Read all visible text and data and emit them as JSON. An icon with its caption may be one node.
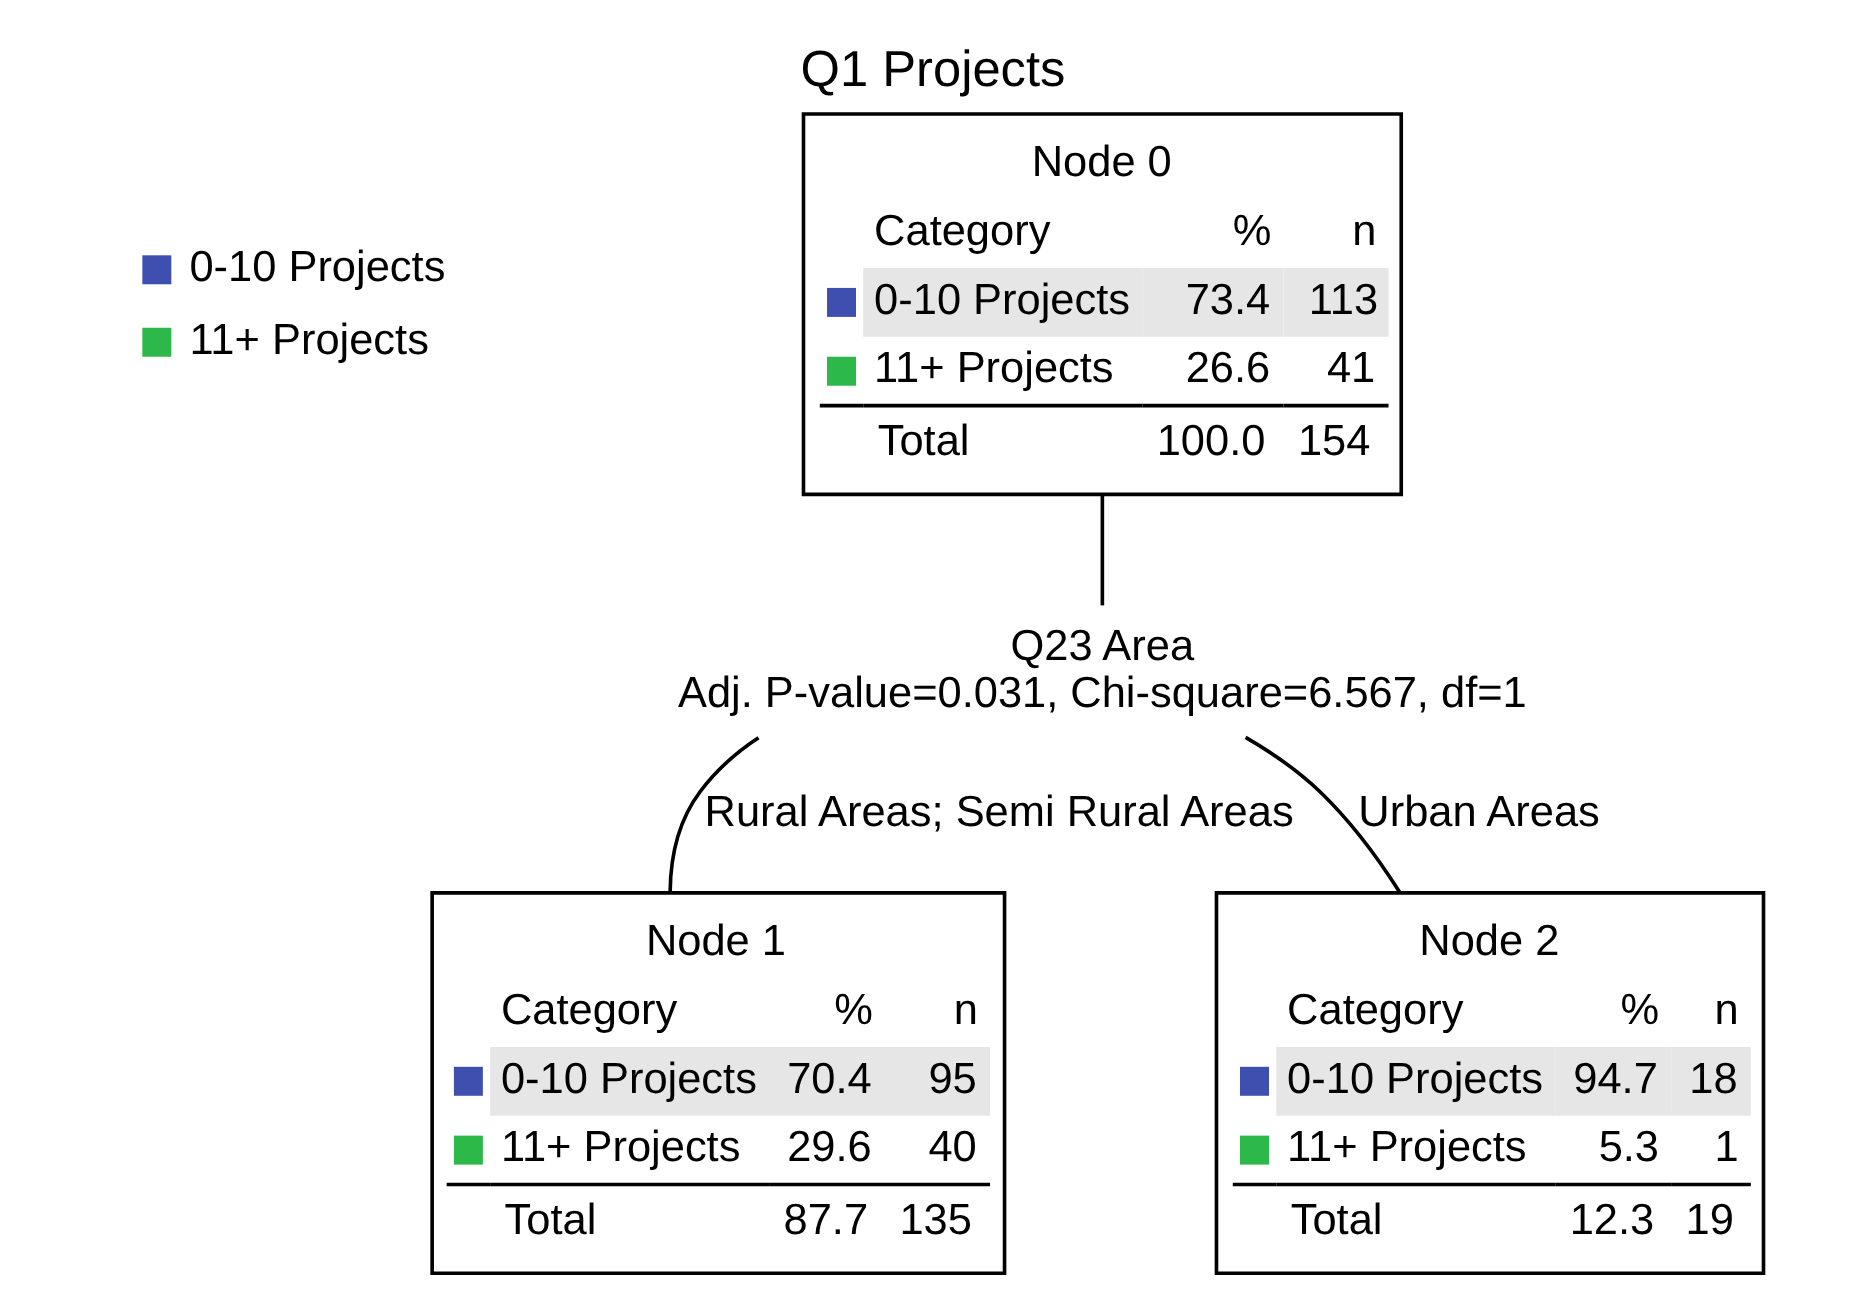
{
  "diagram": {
    "title": "Q1 Projects",
    "nodes": [
      {
        "text": [
          "Node 0",
          "Category",
          "%",
          "n",
          "0-10 Projects",
          "73.4",
          "113",
          "11+ Projects",
          "26.6",
          "41",
          "Total",
          "100.0",
          "154"
        ]
      },
      {
        "text": [
          "Q23 Area",
          "Adj. P-value=0.031, Chi-square=6.567, df=1"
        ]
      },
      {
        "text": [
          "Node 1",
          "Category",
          "%",
          "n",
          "0-10 Projects",
          "70.4",
          "95",
          "11+ Projects",
          "29.6",
          "40",
          "Total",
          "87.7",
          "135"
        ]
      },
      {
        "text": [
          "Node 2",
          "Category",
          "%",
          "n",
          "0-10 Projects",
          "94.7",
          "18",
          "11+ Projects",
          "5.3",
          "1",
          "Total",
          "12.3",
          "19"
        ]
      }
    ],
    "edges": [
      {
        "from": 0,
        "to": 1,
        "arrow": "none"
      },
      {
        "from": 1,
        "to": 2,
        "arrow": "none",
        "label": "Rural Areas; Semi Rural Areas"
      },
      {
        "from": 1,
        "to": 3,
        "arrow": "none",
        "label": "Urban Areas"
      }
    ],
    "legend": [
      {
        "text": "0-10 Projects",
        "color": "#3f4fb0"
      },
      {
        "text": "11+ Projects",
        "color": "#2db84a"
      }
    ]
  }
}
